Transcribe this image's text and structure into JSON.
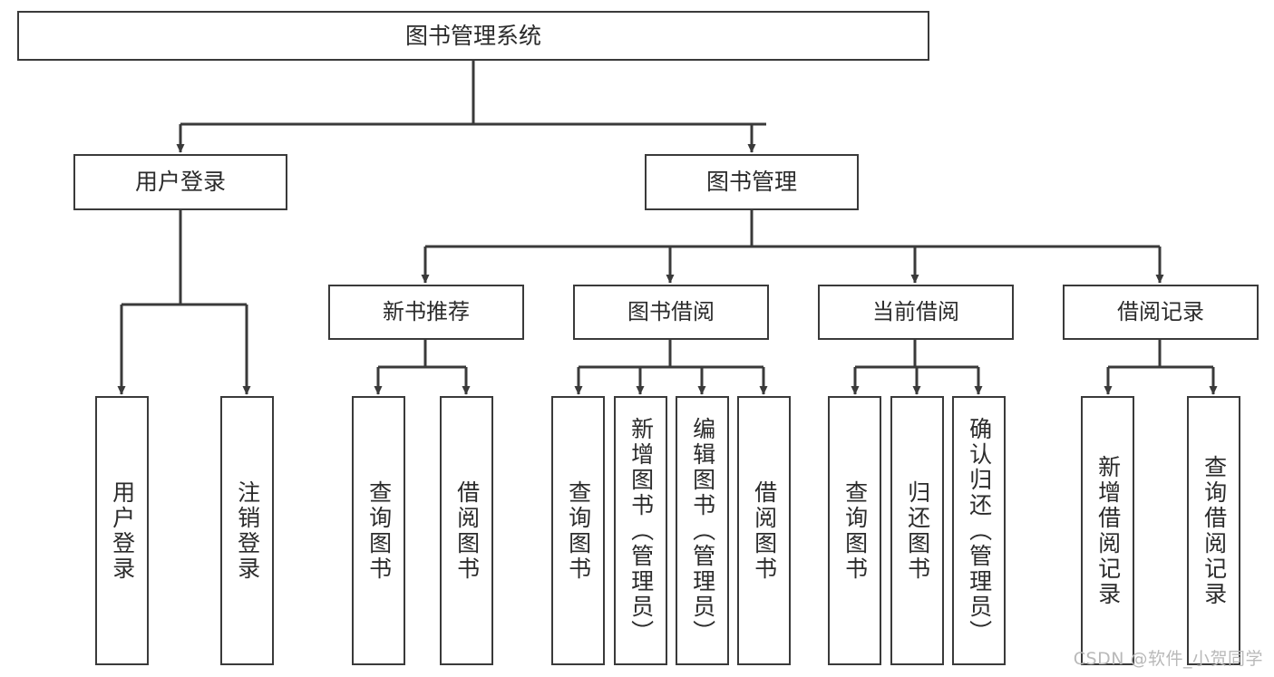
{
  "diagram": {
    "title": "图书管理系统",
    "type": "functional-structure-tree",
    "stroke_color": "#3a3a3a",
    "text_color": "#2b2b2b",
    "background_color": "#ffffff"
  },
  "root": {
    "label": "图书管理系统"
  },
  "level2": [
    {
      "label": "用户登录"
    },
    {
      "label": "图书管理"
    }
  ],
  "level3": [
    {
      "label": "新书推荐"
    },
    {
      "label": "图书借阅"
    },
    {
      "label": "当前借阅"
    },
    {
      "label": "借阅记录"
    }
  ],
  "leaves": {
    "user_login": [
      {
        "label": "用户登录"
      },
      {
        "label": "注销登录"
      }
    ],
    "new_book_recommend": [
      {
        "label": "查询图书"
      },
      {
        "label": "借阅图书"
      }
    ],
    "book_borrow": [
      {
        "label": "查询图书"
      },
      {
        "label": "新增图书（管理员）"
      },
      {
        "label": "编辑图书（管理员）"
      },
      {
        "label": "借阅图书"
      }
    ],
    "current_borrow": [
      {
        "label": "查询图书"
      },
      {
        "label": "归还图书"
      },
      {
        "label": "确认归还（管理员）"
      }
    ],
    "borrow_record": [
      {
        "label": "新增借阅记录"
      },
      {
        "label": "查询借阅记录"
      }
    ]
  },
  "watermark": {
    "text": "CSDN @软件_小贺同学"
  }
}
